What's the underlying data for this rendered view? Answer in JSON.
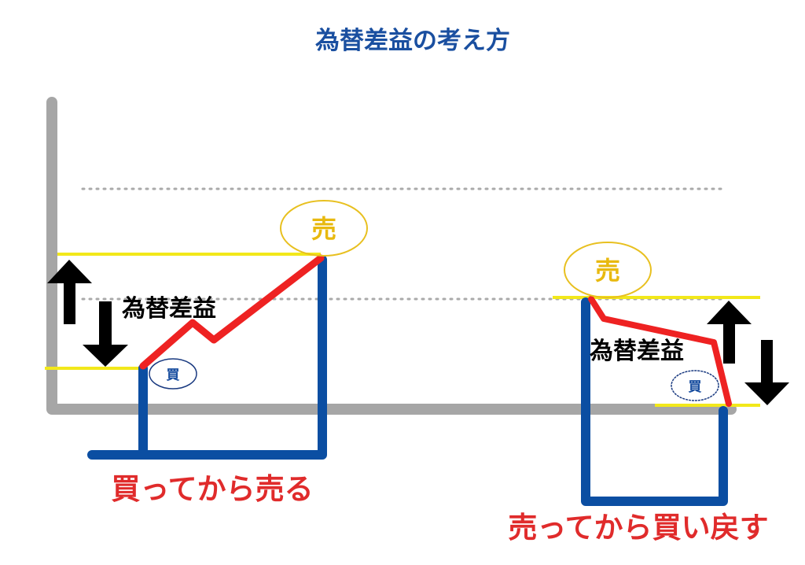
{
  "title": "為替差益の考え方",
  "left": {
    "sell_marker": "売",
    "buy_marker": "買",
    "profit_label": "為替差益",
    "caption": "買ってから売る"
  },
  "right": {
    "sell_marker": "売",
    "buy_marker": "買",
    "profit_label": "為替差益",
    "caption": "売ってから買い戻す"
  },
  "colors": {
    "title": "#1a4fa0",
    "axis": "#a6a6a6",
    "price_line": "#ee2222",
    "position_line": "#0b4ea2",
    "level_line": "#f2e81a",
    "sell_marker": "#e8b90f",
    "caption": "#e02b2b"
  }
}
